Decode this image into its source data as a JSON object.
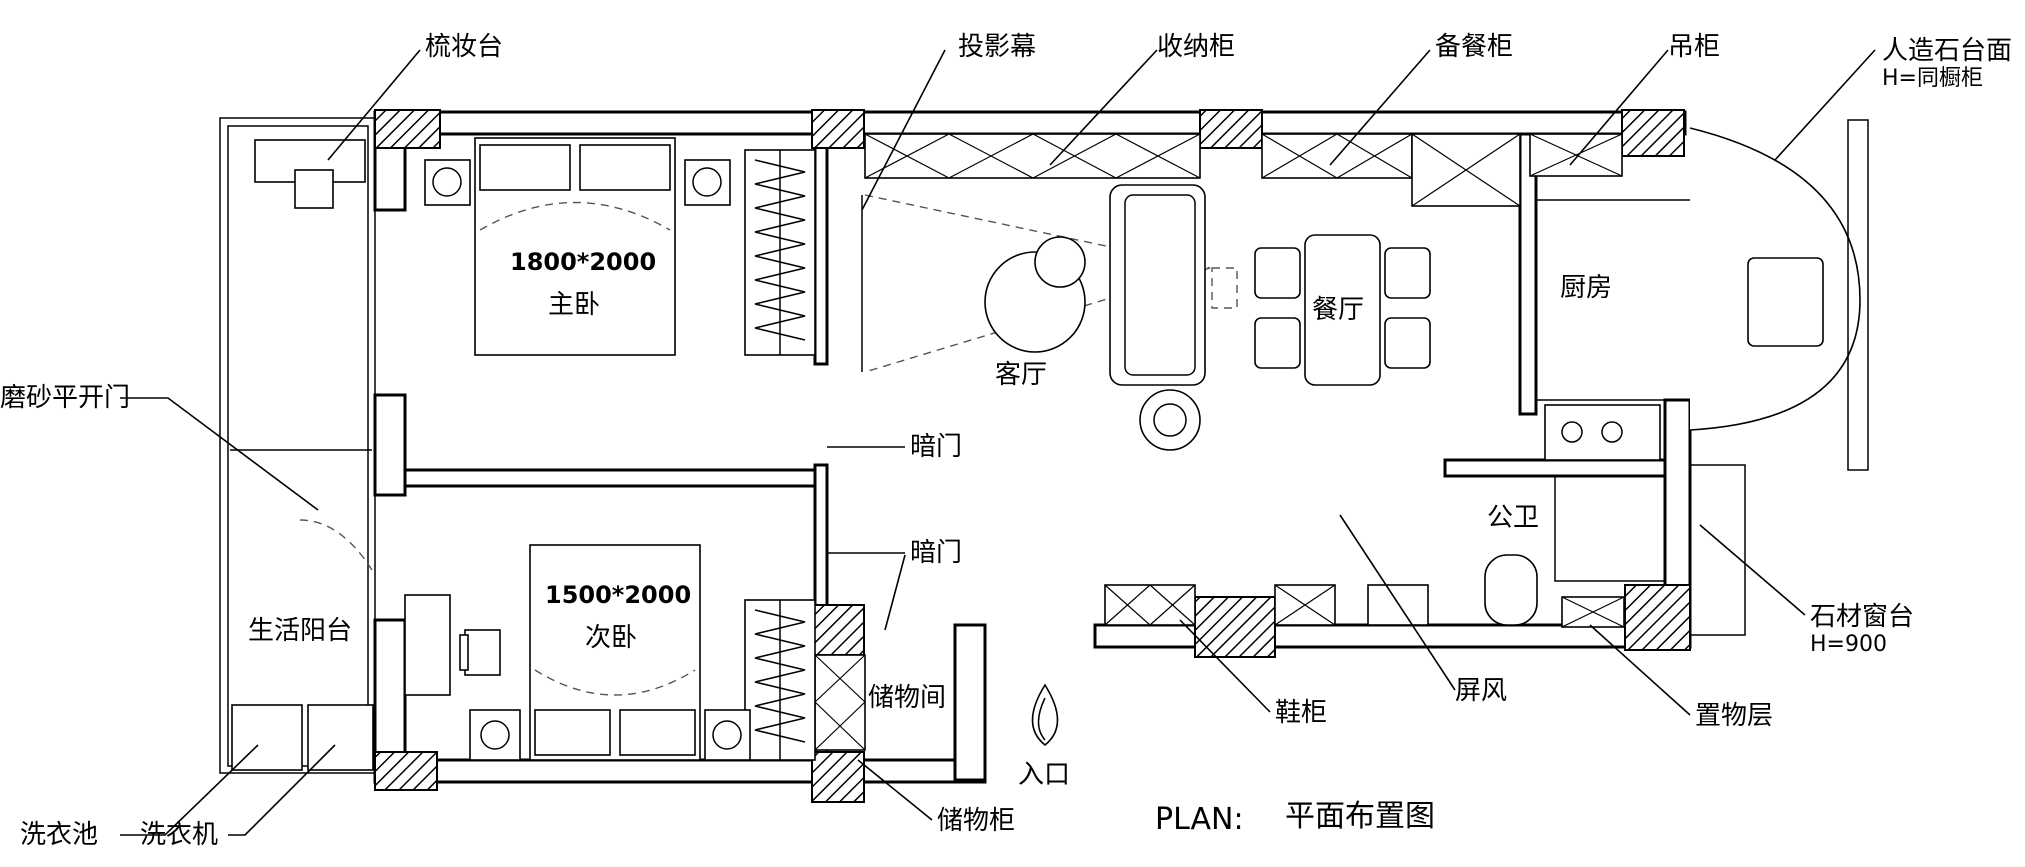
{
  "annotations": {
    "dressing_table": "梳妆台",
    "projector_screen": "投影幕",
    "storage_cabinet": "收纳柜",
    "sideboard": "备餐柜",
    "wall_cabinet": "吊柜",
    "artificial_stone_counter": "人造石台面",
    "counter_height": "H=同橱柜",
    "frosted_door": "磨砂平开门",
    "hidden_door": "暗门",
    "stone_window_sill": "石材窗台",
    "sill_height": "H=900",
    "shoe_cabinet": "鞋柜",
    "screen": "屏风",
    "shelf": "置物层",
    "storage_cabinet_2": "储物柜",
    "wash_basin": "洗衣池",
    "washing_machine": "洗衣机"
  },
  "rooms": {
    "master_bed_size": "1800*2000",
    "master_bedroom": "主卧",
    "second_bed_size": "1500*2000",
    "second_bedroom": "次卧",
    "living_room": "客厅",
    "dining_room": "餐厅",
    "kitchen": "厨房",
    "public_bathroom": "公卫",
    "service_balcony": "生活阳台",
    "storage_room": "储物间",
    "entrance": "入口"
  },
  "title": {
    "label": "PLAN:",
    "text": "平面布置图"
  }
}
